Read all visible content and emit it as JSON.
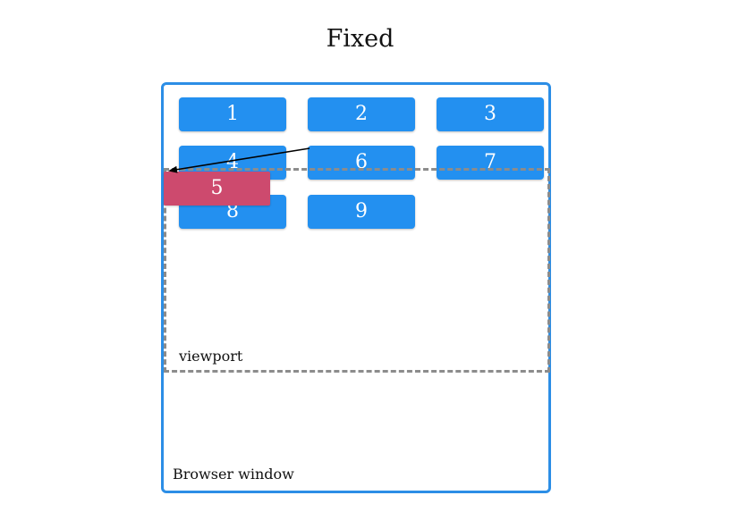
{
  "diagram": {
    "title": "Fixed",
    "browser_label": "Browser window",
    "viewport_label": "viewport",
    "grid_items": [
      "1",
      "2",
      "3",
      "4",
      "6",
      "7",
      "8",
      "9"
    ],
    "fixed_item": "5",
    "colors": {
      "browser_border": "#2c8ee6",
      "viewport_border": "#8c8c8c",
      "box_fill": "#2390f0",
      "fixed_fill": "#cd4a6e",
      "arrow": "#000000"
    }
  }
}
